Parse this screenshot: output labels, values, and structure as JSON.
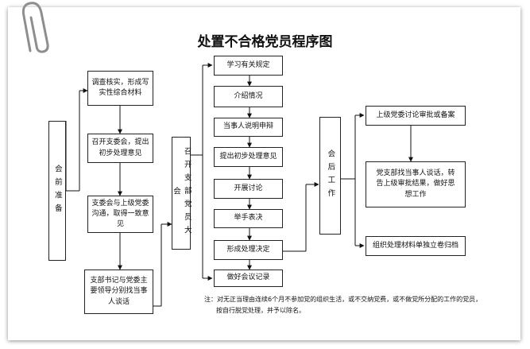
{
  "title": "处置不合格党员程序图",
  "pre_meeting": {
    "label": "会前准备",
    "steps": [
      "调查核实，形成写实性综合材料",
      "召开支委会，提出初步处理意见",
      "支委会与上级党委沟通，取得一致意见",
      "支部书记与党委主要领导分别找当事人谈话"
    ]
  },
  "general_meeting": {
    "label": "召开支部党员大会",
    "steps": [
      "学习有关规定",
      "介绍情况",
      "当事人说明申辩",
      "提出初步处理意见",
      "开展讨论",
      "举手表决",
      "形成处理决定",
      "做好会议记录"
    ]
  },
  "post_meeting": {
    "label": "会后工作",
    "steps": [
      "上级党委讨论审批或备案",
      "党支部找当事人谈话，转告上级审批结果，做好思想工作",
      "组织处理材料单独立卷归档"
    ]
  },
  "note": {
    "line1": "注：对无正当理由连续6个月不参加党的组织生活，或不交纳党费，或不做党所分配的工作的党员，",
    "line2": "按自行脱党处理，并予以除名。"
  }
}
